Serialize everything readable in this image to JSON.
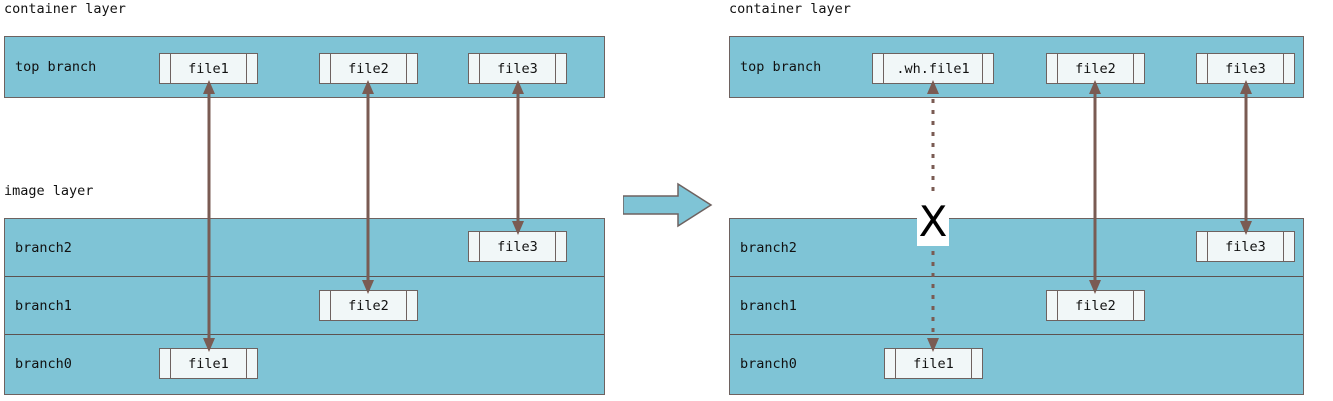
{
  "colors": {
    "layer_fill": "#7FC4D6",
    "layer_stroke": "#6E6260",
    "file_fill": "#F1F7F8",
    "file_stroke": "#6E6260",
    "arrow": "#7A5B53",
    "transition_fill": "#7FC4D6",
    "transition_stroke": "#6E6260",
    "text": "#111111",
    "x_marker": "#000000"
  },
  "left": {
    "container_caption": "container layer",
    "image_caption": "image layer",
    "container": {
      "rows": [
        {
          "label": "top branch"
        }
      ],
      "files": [
        {
          "name": "file1"
        },
        {
          "name": "file2"
        },
        {
          "name": "file3"
        }
      ]
    },
    "image": {
      "rows": [
        {
          "label": "branch2",
          "file": "file3"
        },
        {
          "label": "branch1",
          "file": "file2"
        },
        {
          "label": "branch0",
          "file": "file1"
        }
      ]
    },
    "connectors": [
      {
        "from": "file1",
        "to": "branch0",
        "style": "solid"
      },
      {
        "from": "file2",
        "to": "branch1",
        "style": "solid"
      },
      {
        "from": "file3",
        "to": "branch2",
        "style": "solid"
      }
    ]
  },
  "transition": {
    "label": "transition-arrow"
  },
  "right": {
    "container_caption": "container layer",
    "container": {
      "rows": [
        {
          "label": "top branch"
        }
      ],
      "files": [
        {
          "name": ".wh.file1"
        },
        {
          "name": "file2"
        },
        {
          "name": "file3"
        }
      ]
    },
    "image": {
      "rows": [
        {
          "label": "branch2",
          "file": "file3"
        },
        {
          "label": "branch1",
          "file": "file2"
        },
        {
          "label": "branch0",
          "file": "file1"
        }
      ]
    },
    "connectors": [
      {
        "from": ".wh.file1",
        "to": "branch0",
        "style": "dotted"
      },
      {
        "from": "file2",
        "to": "branch1",
        "style": "solid"
      },
      {
        "from": "file3",
        "to": "branch2",
        "style": "solid"
      }
    ],
    "whiteout_marker": "X"
  }
}
